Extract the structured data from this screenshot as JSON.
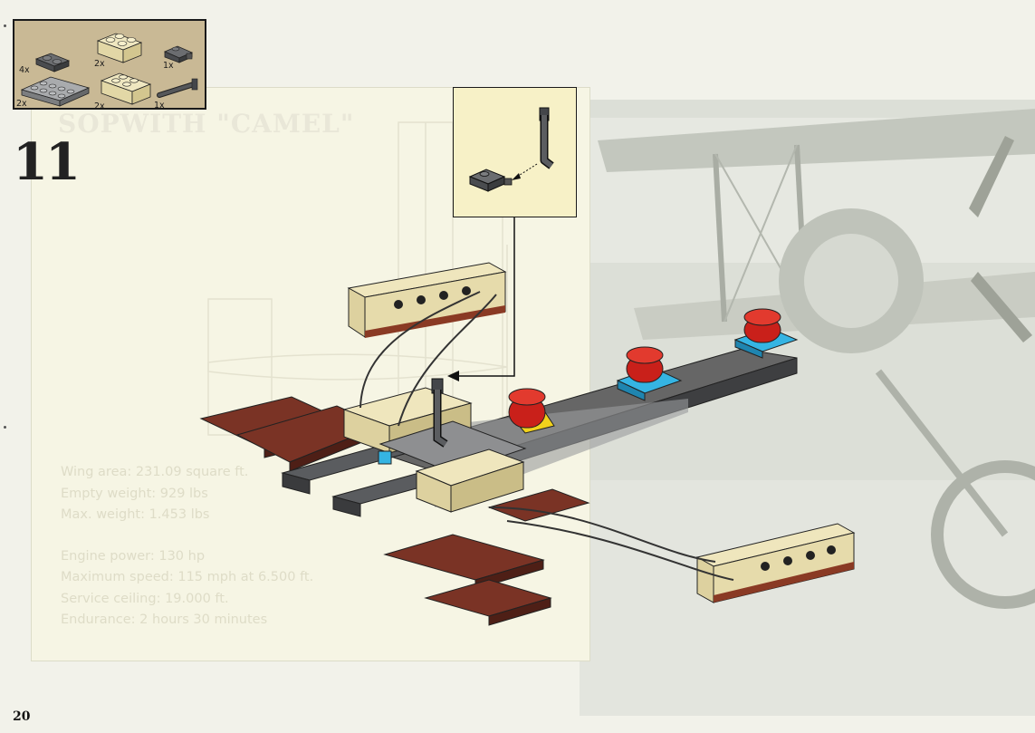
{
  "step": {
    "number": "11"
  },
  "page": {
    "number": "20"
  },
  "panel": {
    "title": "SOPWITH \"CAMEL\""
  },
  "parts": [
    {
      "qty": "4x",
      "icon": "dark-gray-plate-icon"
    },
    {
      "qty": "2x",
      "icon": "tan-brick-icon"
    },
    {
      "qty": "1x",
      "icon": "dark-gray-hinge-plate-icon"
    },
    {
      "qty": "2x",
      "icon": "light-gray-plate-icon"
    },
    {
      "qty": "2x",
      "icon": "tan-brick-icon"
    },
    {
      "qty": "1x",
      "icon": "dark-gray-lever-icon"
    }
  ],
  "specs": {
    "wing_area": "Wing area: 231.09 square ft.",
    "empty_weight": "Empty weight: 929 lbs",
    "max_weight": "Max. weight: 1.453 lbs",
    "engine_power": "Engine power: 130 hp",
    "max_speed": "Maximum speed: 115 mph at 6.500 ft.",
    "service_ceiling": "Service ceiling: 19.000 ft.",
    "endurance": "Endurance: 2 hours 30 minutes"
  },
  "colors": {
    "reddish_brown": "#7a3325",
    "dark_gray": "#595b5e",
    "tan": "#e9e0b8",
    "red": "#d42a1e",
    "blue": "#3ab0de",
    "parts_box": "#c9b995",
    "callout": "#f7f1c7"
  }
}
